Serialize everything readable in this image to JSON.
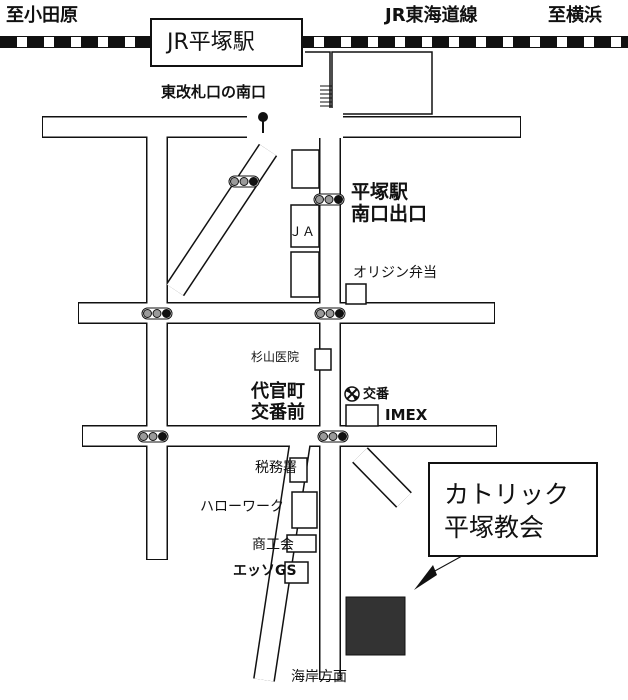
{
  "rail": {
    "line_name": "JR東海道線",
    "to_west": "至小田原",
    "to_east": "至横浜",
    "station_name": "JR平塚駅"
  },
  "labels": {
    "east_gate_south": "東改札口の南口",
    "south_exit_line1": "平塚駅",
    "south_exit_line2": "南口出口",
    "ja": "ＪＡ",
    "origin_bento": "オリジン弁当",
    "sugiyama_clinic": "杉山医院",
    "koban_line1": "代官町",
    "koban_line2": "交番前",
    "police_box": "交番",
    "imex": "IMEX",
    "tax_office": "税務署",
    "hello_work": "ハローワーク",
    "chamber_commerce": "商工会",
    "esso_gs": "エッソGS",
    "to_coast": "海岸方面"
  },
  "destination": {
    "line1": "カトリック",
    "line2": "平塚教会"
  },
  "colors": {
    "ink": "#111111",
    "church_fill": "#333333",
    "signal_grey": "#9a9a9a"
  }
}
